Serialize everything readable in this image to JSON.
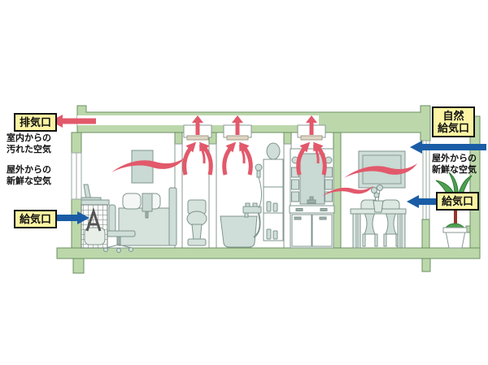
{
  "labels": {
    "exhaust_port": "排気口",
    "indoor_dirty_air": "室内からの\n汚れた空気",
    "outdoor_fresh_air_left": "屋外からの\n新鮮な空気",
    "supply_port_left": "給気口",
    "natural_supply_port": "自然\n給気口",
    "outdoor_fresh_air_right": "屋外からの\n新鮮な空気",
    "supply_port_right": "給気口"
  },
  "colors": {
    "structure_green": "#BCD8AB",
    "structure_outline": "#6B8F60",
    "exhaust_air_red": "#E2596B",
    "supply_air_blue": "#1A5DA6",
    "label_bg_yellow": "#FCF4A3",
    "label_border": "#111111",
    "furniture_fill": "#CFDED8",
    "furniture_outline": "#7F948E",
    "plant_green": "#4FA052",
    "plant_stem": "#99342E"
  },
  "icons": {
    "exhaust_flow": "red-left-arrow-icon",
    "supply_flow": "blue-arrow-icon",
    "ceiling_fan_exhaust": "red-up-arrow-icon",
    "room_air_flow": "red-swoosh-icon"
  }
}
